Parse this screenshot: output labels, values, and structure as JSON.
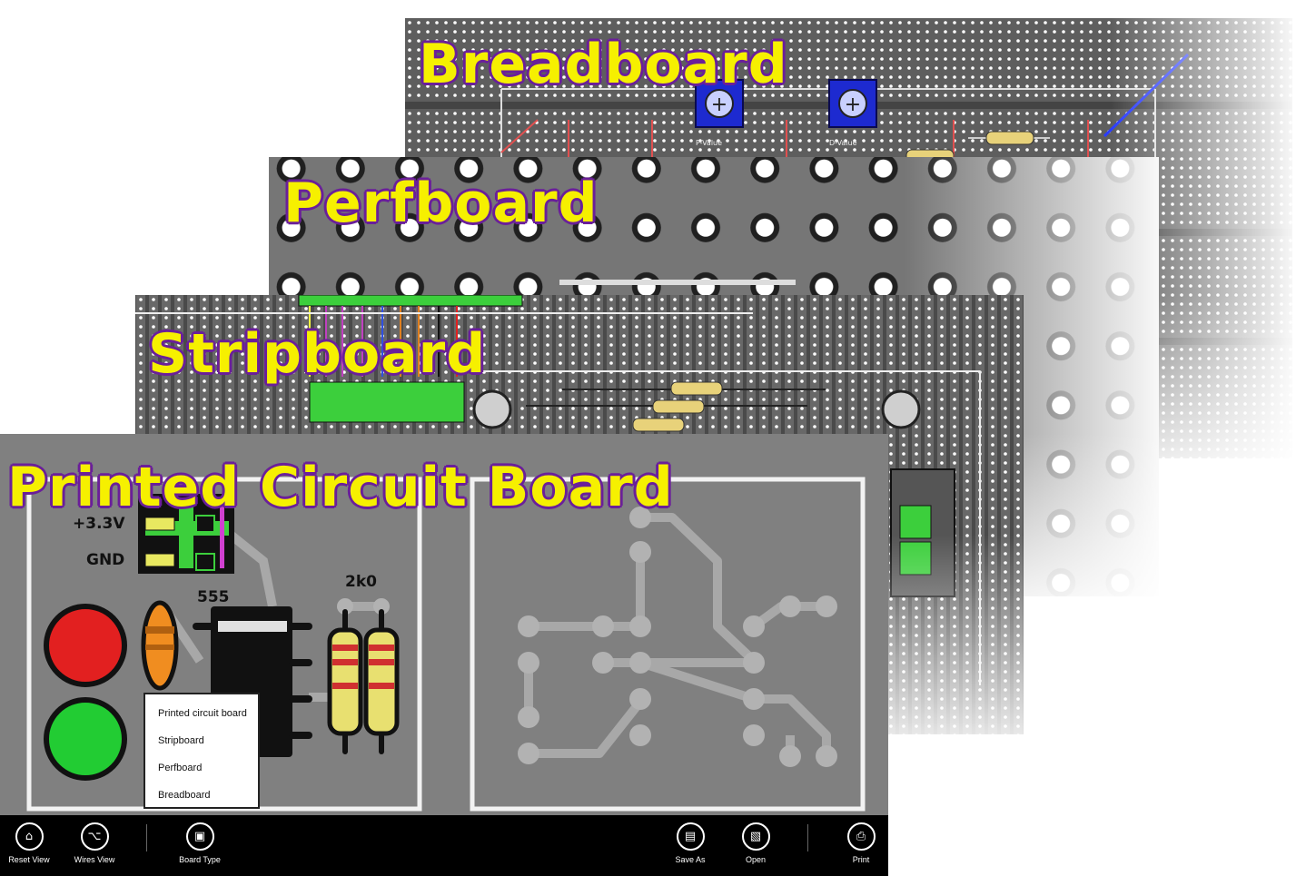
{
  "panels": {
    "breadboard": {
      "title": "Breadboard",
      "pot_labels": [
        "P-Value",
        "D-Value"
      ]
    },
    "perfboard": {
      "title": "Perfboard"
    },
    "stripboard": {
      "title": "Stripboard"
    },
    "pcb": {
      "title": "Printed Circuit Board",
      "labels": {
        "v33": "+3.3V",
        "gnd": "GND",
        "chip": "555",
        "res": "2k0"
      }
    }
  },
  "board_type_menu": {
    "items": [
      "Printed circuit board",
      "Stripboard",
      "Perfboard",
      "Breadboard"
    ]
  },
  "appbar": {
    "reset_view": "Reset View",
    "wires_view": "Wires View",
    "board_type": "Board Type",
    "save_as": "Save As",
    "open": "Open",
    "print": "Print"
  },
  "colors": {
    "title_fill": "#f6f000",
    "title_outline": "#6a1f9a",
    "pcb_bg": "#808080",
    "appbar_bg": "#000000"
  },
  "icons": {
    "reset_view": "home-icon",
    "wires_view": "wire-icon",
    "board_type": "board-icon",
    "save_as": "save-icon",
    "open": "open-file-icon",
    "print": "print-icon"
  }
}
